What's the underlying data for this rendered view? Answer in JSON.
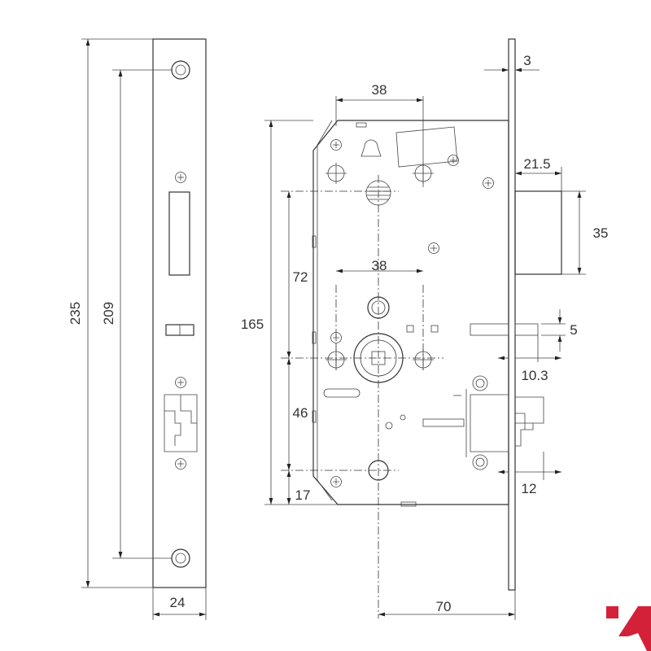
{
  "dimensions": {
    "total_height": "235",
    "screw_spacing": "209",
    "faceplate_width": "24",
    "faceplate_thickness": "3",
    "top_spacing": "38",
    "bolt_throw": "21.5",
    "bolt_height": "35",
    "case_height": "165",
    "upper_distance": "72",
    "middle_spacing": "38",
    "lower_distance": "46",
    "bottom_distance": "17",
    "latch_height": "5",
    "latch_throw": "10.3",
    "roller_throw": "12",
    "backset": "70"
  },
  "colors": {
    "line": "#333333",
    "logo": "#d3213a"
  },
  "logo": {
    "icon": "brand-logo-icon"
  }
}
